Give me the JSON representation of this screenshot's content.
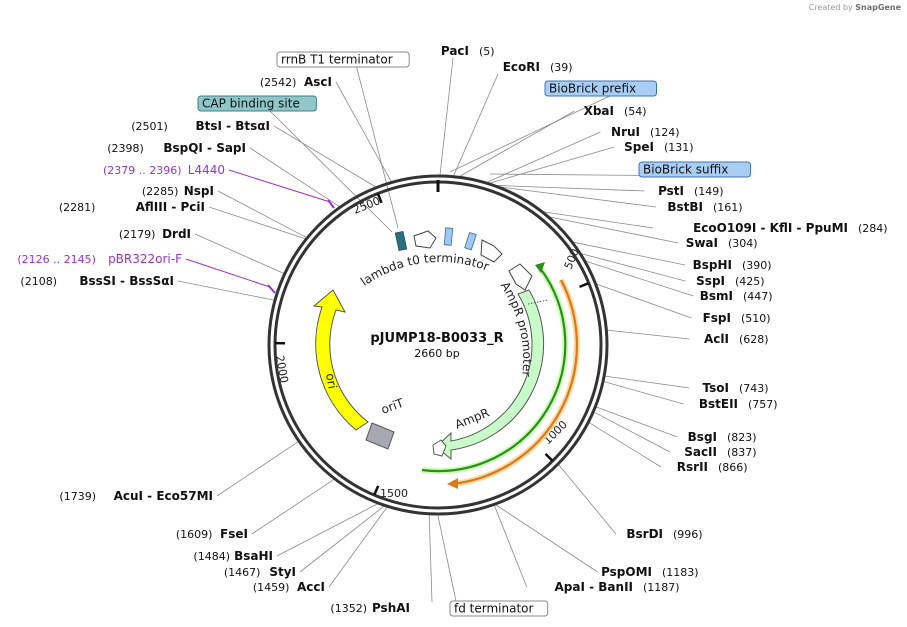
{
  "credit": {
    "prefix": "Created by",
    "brand": "SnapGene"
  },
  "plasmid": {
    "name": "pJUMP18-B0033_R",
    "size_label": "2660 bp",
    "length": 2660
  },
  "ticks": [
    {
      "pos": 500,
      "label": "500"
    },
    {
      "pos": 1000,
      "label": "1000"
    },
    {
      "pos": 1500,
      "label": "1500"
    },
    {
      "pos": 2000,
      "label": "2000"
    },
    {
      "pos": 2500,
      "label": "2500"
    }
  ],
  "feature_labels": {
    "lambda": "lambda t0 terminator",
    "ampr_promoter": "AmpR promoter",
    "ampr": "AmpR",
    "ori": "ori",
    "orit": "oriT"
  },
  "colors": {
    "ampr": "#c8fcc8",
    "ori": "#ffff00",
    "orit": "#a6aab0",
    "terminator_small": "#2b6f80",
    "biobrick": "#9fc8f0",
    "green_primer": "#2e8b1e",
    "orange_primer": "#d97a1a",
    "primer_label": "#9933cc"
  },
  "sites": [
    {
      "name": "PacI",
      "pos": 5,
      "shown_pos": "(5)",
      "side": "right"
    },
    {
      "name": "EcoRI",
      "pos": 39,
      "shown_pos": "(39)",
      "side": "right"
    },
    {
      "name": "XbaI",
      "pos": 54,
      "shown_pos": "(54)",
      "side": "right"
    },
    {
      "name": "NruI",
      "pos": 124,
      "shown_pos": "(124)",
      "side": "right"
    },
    {
      "name": "SpeI",
      "pos": 131,
      "shown_pos": "(131)",
      "side": "right"
    },
    {
      "name": "PstI",
      "pos": 149,
      "shown_pos": "(149)",
      "side": "right"
    },
    {
      "name": "BstBI",
      "pos": 161,
      "shown_pos": "(161)",
      "side": "right"
    },
    {
      "name": "EcoO109I  - KflI  - PpuMI",
      "pos": 284,
      "shown_pos": "(284)",
      "side": "right"
    },
    {
      "name": "SwaI",
      "pos": 304,
      "shown_pos": "(304)",
      "side": "right"
    },
    {
      "name": "BspHI",
      "pos": 390,
      "shown_pos": "(390)",
      "side": "right"
    },
    {
      "name": "SspI",
      "pos": 425,
      "shown_pos": "(425)",
      "side": "right"
    },
    {
      "name": "BsmI",
      "pos": 447,
      "shown_pos": "(447)",
      "side": "right"
    },
    {
      "name": "FspI",
      "pos": 510,
      "shown_pos": "(510)",
      "side": "right"
    },
    {
      "name": "AclI",
      "pos": 628,
      "shown_pos": "(628)",
      "side": "right"
    },
    {
      "name": "TsoI",
      "pos": 743,
      "shown_pos": "(743)",
      "side": "right"
    },
    {
      "name": "BstEII",
      "pos": 757,
      "shown_pos": "(757)",
      "side": "right"
    },
    {
      "name": "BsgI",
      "pos": 823,
      "shown_pos": "(823)",
      "side": "right"
    },
    {
      "name": "SacII",
      "pos": 837,
      "shown_pos": "(837)",
      "side": "right"
    },
    {
      "name": "RsrII",
      "pos": 866,
      "shown_pos": "(866)",
      "side": "right"
    },
    {
      "name": "BsrDI",
      "pos": 996,
      "shown_pos": "(996)",
      "side": "right"
    },
    {
      "name": "PspOMI",
      "pos": 1183,
      "shown_pos": "(1183)",
      "side": "right"
    },
    {
      "name": "ApaI  - BanII",
      "pos": 1187,
      "shown_pos": "(1187)",
      "side": "right"
    },
    {
      "name": "PshAI",
      "pos": 1352,
      "shown_pos": "(1352)",
      "side": "left"
    },
    {
      "name": "AccI",
      "pos": 1459,
      "shown_pos": "(1459)",
      "side": "left"
    },
    {
      "name": "StyI",
      "pos": 1467,
      "shown_pos": "(1467)",
      "side": "left"
    },
    {
      "name": "BsaHI",
      "pos": 1484,
      "shown_pos": "(1484)",
      "side": "left"
    },
    {
      "name": "FseI",
      "pos": 1609,
      "shown_pos": "(1609)",
      "side": "left"
    },
    {
      "name": "AcuI  - Eco57MI",
      "pos": 1739,
      "shown_pos": "(1739)",
      "side": "left"
    },
    {
      "name": "BssSI  - BssSαI",
      "pos": 2108,
      "shown_pos": "(2108)",
      "side": "left"
    },
    {
      "name": "DrdI",
      "pos": 2179,
      "shown_pos": "(2179)",
      "side": "left"
    },
    {
      "name": "AflIII  - PciI",
      "pos": 2281,
      "shown_pos": "(2281)",
      "side": "left"
    },
    {
      "name": "NspI",
      "pos": 2285,
      "shown_pos": "(2285)",
      "side": "left"
    },
    {
      "name": "BspQI  - SapI",
      "pos": 2398,
      "shown_pos": "(2398)",
      "side": "left"
    },
    {
      "name": "BtsI  - BtsαI",
      "pos": 2501,
      "shown_pos": "(2501)",
      "side": "left"
    },
    {
      "name": "AscI",
      "pos": 2542,
      "shown_pos": "(2542)",
      "side": "left"
    }
  ],
  "primers": [
    {
      "name": "L4440",
      "range": "(2379 .. 2396)",
      "pos": 2388
    },
    {
      "name": "pBR322ori-F",
      "range": "(2126 .. 2145)",
      "pos": 2136
    }
  ],
  "boxed_labels": [
    {
      "key": "rrnb",
      "text": "rrnB T1 terminator",
      "style": "plain",
      "pos": 2600
    },
    {
      "key": "cap",
      "text": "CAP binding site",
      "style": "teal",
      "pos": 2560
    },
    {
      "key": "prefix",
      "text": "BioBrick prefix",
      "style": "blue",
      "pos": 30
    },
    {
      "key": "suffix",
      "text": "BioBrick suffix",
      "style": "blue",
      "pos": 140
    },
    {
      "key": "fd",
      "text": "fd terminator",
      "style": "plain",
      "pos": 1320
    }
  ]
}
